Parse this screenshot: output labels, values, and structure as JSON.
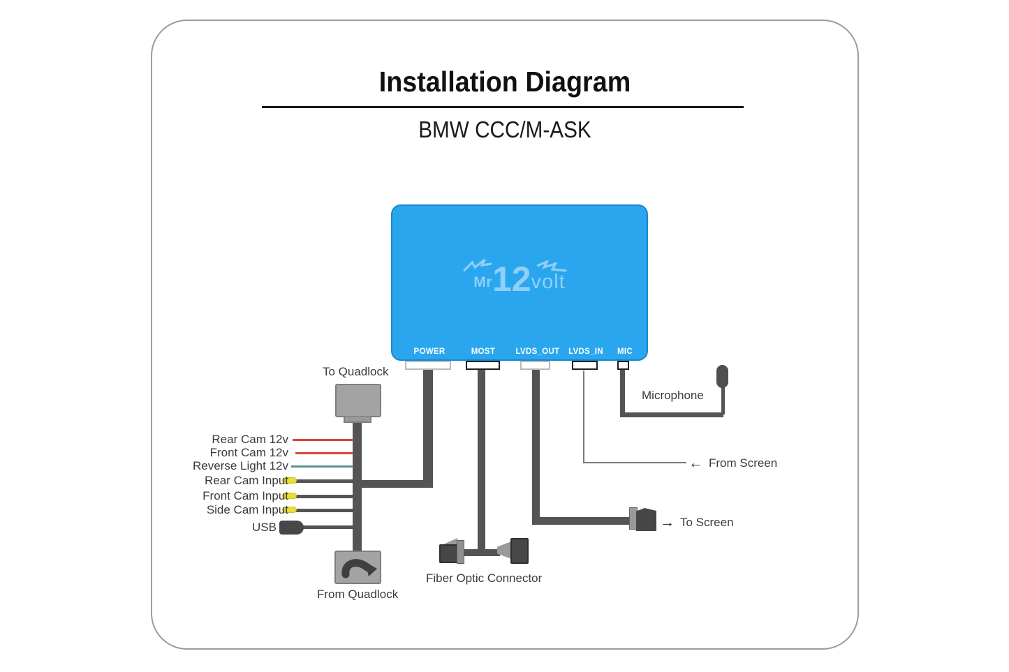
{
  "page": {
    "title": "Installation Diagram",
    "subtitle": "BMW CCC/M-ASK"
  },
  "device": {
    "brand": {
      "mr": "Mr",
      "twelve": "12",
      "volt": "volt"
    },
    "ports": [
      "POWER",
      "MOST",
      "LVDS_OUT",
      "LVDS_IN",
      "MIC"
    ]
  },
  "connections": {
    "to_quadlock": "To Quadlock",
    "from_quadlock": "From Quadlock",
    "rear_cam_12v": "Rear Cam 12v",
    "front_cam_12v": "Front Cam 12v",
    "reverse_light_12v": "Reverse Light 12v",
    "rear_cam_input": "Rear Cam Input",
    "front_cam_input": "Front Cam Input",
    "side_cam_input": "Side Cam Input",
    "usb": "USB",
    "fiber_optic": "Fiber Optic Connector",
    "microphone": "Microphone",
    "from_screen": "From Screen",
    "to_screen": "To Screen",
    "arrow_left": "←",
    "arrow_right": "→"
  },
  "colors": {
    "device_blue": "#2AA6EF",
    "logo_blue": "#8FD0F7",
    "cable_gray": "#545454",
    "wire_red": "#D9473C",
    "wire_teal": "#55908D",
    "connector_yellow": "#E8DE35",
    "connector_gray": "#A3A3A3",
    "plug_dark": "#474747"
  }
}
